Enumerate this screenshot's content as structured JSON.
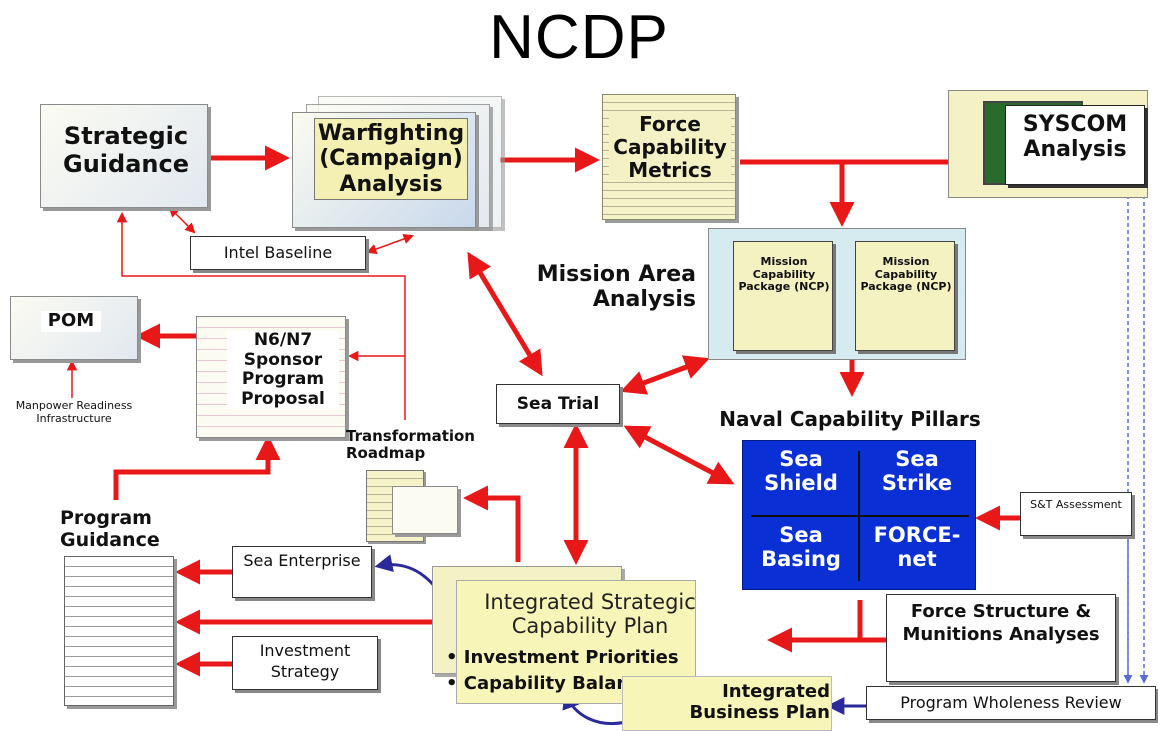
{
  "title": "NCDP",
  "nodes": {
    "strategic_guidance": "Strategic Guidance",
    "warfighting": "Warfighting (Campaign) Analysis",
    "force_capability_metrics": "Force Capability Metrics",
    "syscom": "SYSCOM Analysis",
    "intel_baseline": "Intel Baseline",
    "mission_area_analysis": "Mission Area Analysis",
    "ncp_1": "Mission Capability Package (NCP)",
    "ncp_2": "Mission Capability Package (NCP)",
    "pom": "POM",
    "manpower": "Manpower Readiness Infrastructure",
    "sponsor": "N6/N7 Sponsor Program Proposal",
    "sea_trial": "Sea Trial",
    "naval_pillars": "Naval Capability Pillars",
    "transformation": "Transformation Roadmap",
    "program_guidance": "Program Guidance",
    "sea_enterprise": "Sea Enterprise",
    "investment_strategy": "Investment Strategy",
    "iscp": "Integrated Strategic Capability Plan",
    "iscp_bullet_1": "• Investment Priorities",
    "iscp_bullet_2": "• Capability Balance",
    "ibp": "Integrated Business Plan",
    "st_assessment": "S&T Assessment",
    "force_structure": "Force Structure & Munitions Analyses",
    "program_wholeness": "Program Wholeness Review"
  },
  "pillars": {
    "sea_shield": "Sea Shield",
    "sea_strike": "Sea Strike",
    "sea_basing": "Sea Basing",
    "forcenet": "FORCE-net"
  },
  "colors": {
    "arrow": "#e81818",
    "pillar_bg": "#0a2fd4",
    "blue_arrow": "#2a2a9a",
    "mission_area_bg": "#d6ebef",
    "document_bg": "#f4f1c4"
  }
}
